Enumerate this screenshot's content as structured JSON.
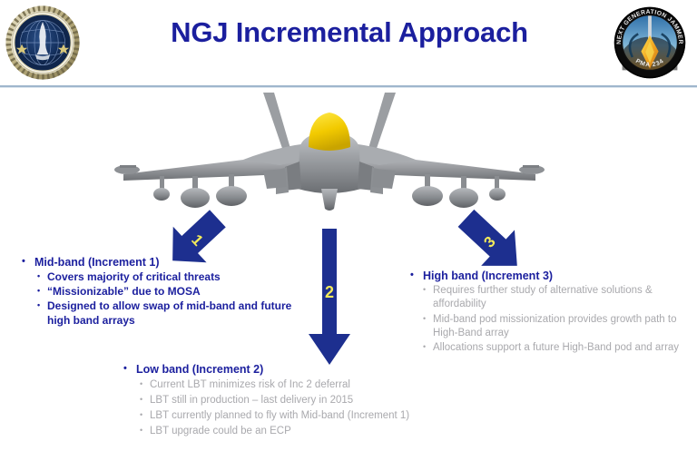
{
  "header": {
    "title": "NGJ Incremental Approach",
    "left_seal": {
      "name": "navy-department-seal",
      "alt": "Department of the Navy seal"
    },
    "right_patch": {
      "name": "next-generation-jammer-patch",
      "top_text": "NEXT GENERATION JAMMER",
      "bottom_text": "PMA 234"
    }
  },
  "graphic": {
    "aircraft": "EA-18G Growler front view",
    "nose_color": "#f5d400",
    "body_color": "#8e9194"
  },
  "arrows": [
    {
      "label": "1",
      "direction": "down-left",
      "color": "#1d2f8f",
      "number_color": "#f2ea5a"
    },
    {
      "label": "2",
      "direction": "down",
      "color": "#1d2f8f",
      "number_color": "#f2ea5a"
    },
    {
      "label": "3",
      "direction": "down-right",
      "color": "#1d2f8f",
      "number_color": "#f2ea5a"
    }
  ],
  "blocks": {
    "mid_band": {
      "heading": "Mid-band (Increment 1)",
      "items": [
        "Covers majority of critical threats",
        "“Missionizable” due to MOSA",
        "Designed to allow swap of mid-band and future high band arrays"
      ]
    },
    "low_band": {
      "heading": "Low band (Increment 2)",
      "items": [
        "Current LBT minimizes risk of Inc 2 deferral",
        "LBT still in production – last delivery in 2015",
        "LBT currently planned to fly with Mid-band (Increment 1)",
        "LBT upgrade could be an ECP"
      ]
    },
    "high_band": {
      "heading": "High band (Increment 3)",
      "items": [
        "Requires further study of alternative solutions & affordability",
        "Mid-band pod missionization provides growth path to High-Band array",
        "Allocations support a future High-Band pod and array"
      ]
    }
  },
  "colors": {
    "title_blue": "#1b1f9e",
    "muted_gray": "#a9a9ad",
    "arrow_blue": "#1d2f8f",
    "rule_blue": "#9fb6cd",
    "background": "#ffffff"
  }
}
